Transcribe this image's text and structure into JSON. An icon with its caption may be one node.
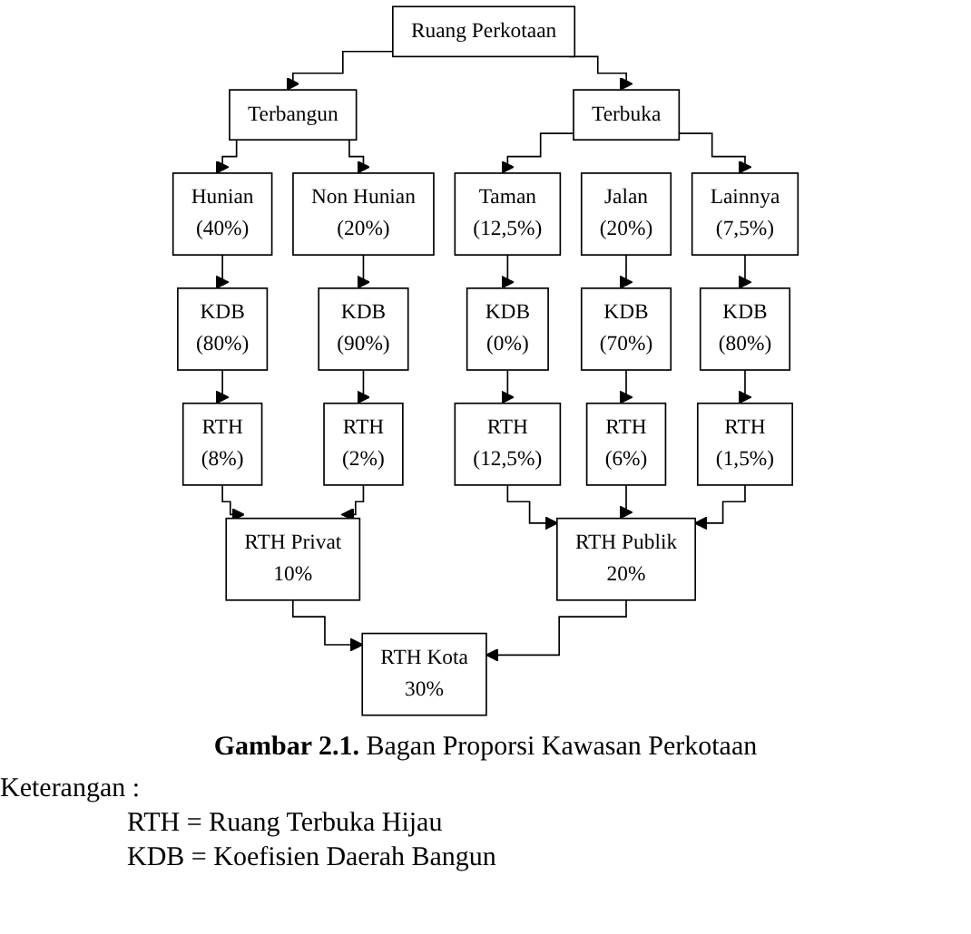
{
  "diagram": {
    "caption": "**Gambar 2.1.** Bagan Proporsi Kawasan Perkotaan",
    "nodes": [
      {
        "text": [
          "Ruang Perkotaan"
        ]
      },
      {
        "text": [
          "Terbangun"
        ]
      },
      {
        "text": [
          "Terbuka"
        ]
      },
      {
        "text": [
          "Hunian",
          "(40%)"
        ]
      },
      {
        "text": [
          "Non Hunian",
          "(20%)"
        ]
      },
      {
        "text": [
          "Taman",
          "(12,5%)"
        ]
      },
      {
        "text": [
          "Jalan",
          "(20%)"
        ]
      },
      {
        "text": [
          "Lainnya",
          "(7,5%)"
        ]
      },
      {
        "text": [
          "KDB",
          "(80%)"
        ]
      },
      {
        "text": [
          "KDB",
          "(90%)"
        ]
      },
      {
        "text": [
          "KDB",
          "(0%)"
        ]
      },
      {
        "text": [
          "KDB",
          "(70%)"
        ]
      },
      {
        "text": [
          "KDB",
          "(80%)"
        ]
      },
      {
        "text": [
          "RTH",
          "(8%)"
        ]
      },
      {
        "text": [
          "RTH",
          "(2%)"
        ]
      },
      {
        "text": [
          "RTH",
          "(12,5%)"
        ]
      },
      {
        "text": [
          "RTH",
          "(6%)"
        ]
      },
      {
        "text": [
          "RTH",
          "(1,5%)"
        ]
      },
      {
        "text": [
          "RTH Privat",
          "10%"
        ]
      },
      {
        "text": [
          "RTH Publik",
          "20%"
        ]
      },
      {
        "text": [
          "RTH Kota",
          "30%"
        ]
      }
    ],
    "edges": [
      {
        "from": 0,
        "to": 1,
        "arrow": "to"
      },
      {
        "from": 0,
        "to": 2,
        "arrow": "to"
      },
      {
        "from": 1,
        "to": 3,
        "arrow": "to"
      },
      {
        "from": 1,
        "to": 4,
        "arrow": "to"
      },
      {
        "from": 2,
        "to": 5,
        "arrow": "to"
      },
      {
        "from": 2,
        "to": 7,
        "arrow": "to"
      },
      {
        "from": 3,
        "to": 8,
        "arrow": "to"
      },
      {
        "from": 4,
        "to": 9,
        "arrow": "to"
      },
      {
        "from": 5,
        "to": 10,
        "arrow": "to"
      },
      {
        "from": 6,
        "to": 11,
        "arrow": "to"
      },
      {
        "from": 7,
        "to": 12,
        "arrow": "to"
      },
      {
        "from": 8,
        "to": 13,
        "arrow": "to"
      },
      {
        "from": 9,
        "to": 14,
        "arrow": "to"
      },
      {
        "from": 10,
        "to": 15,
        "arrow": "to"
      },
      {
        "from": 11,
        "to": 16,
        "arrow": "to"
      },
      {
        "from": 12,
        "to": 17,
        "arrow": "to"
      },
      {
        "from": 13,
        "to": 18,
        "arrow": "to"
      },
      {
        "from": 14,
        "to": 18,
        "arrow": "to"
      },
      {
        "from": 15,
        "to": 19,
        "arrow": "to"
      },
      {
        "from": 16,
        "to": 19,
        "arrow": "to"
      },
      {
        "from": 17,
        "to": 19,
        "arrow": "to"
      },
      {
        "from": 18,
        "to": 20,
        "arrow": "to"
      },
      {
        "from": 19,
        "to": 20,
        "arrow": "to"
      }
    ],
    "labels": [
      "Keterangan :",
      "RTH = Ruang Terbuka Hijau",
      "KDB = Koefisien Daerah Bangun"
    ]
  }
}
